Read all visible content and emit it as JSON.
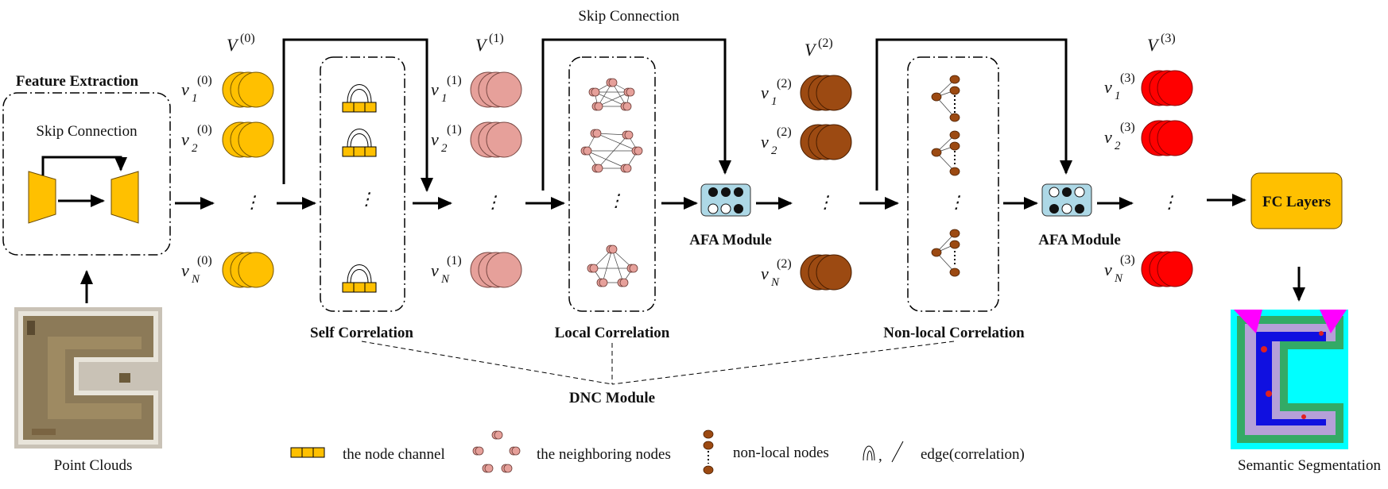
{
  "labels": {
    "feature_extraction": "Feature Extraction",
    "skip_connection_inner": "Skip Connection",
    "skip_connection_top": "Skip Connection",
    "point_clouds": "Point Clouds",
    "self_correlation": "Self Correlation",
    "local_correlation": "Local Correlation",
    "nonlocal_correlation": "Non-local Correlation",
    "afa_module": "AFA Module",
    "dnc_module": "DNC Module",
    "fc_layers": "FC Layers",
    "semantic_segmentation": "Semantic Segmentation"
  },
  "vars": {
    "v": "v",
    "V": "V",
    "sup0": "(0)",
    "sup1": "(1)",
    "sup2": "(2)",
    "sup3": "(3)",
    "sub1": "1",
    "sub2": "2",
    "subN": "N",
    "dots": "⋮"
  },
  "legend": {
    "node_channel": "the node channel",
    "neighboring_nodes": "the neighboring nodes",
    "nonlocal_nodes": "non-local nodes",
    "edge_symbols": "∩, /",
    "edge": "edge(correlation)"
  },
  "colors": {
    "stage0": "#FFC000",
    "stage1": "#E6A09A",
    "stage2": "#9C4A12",
    "stage3": "#FF0000",
    "afa_box": "#ADD8E6",
    "fc_box": "#FFC000"
  }
}
